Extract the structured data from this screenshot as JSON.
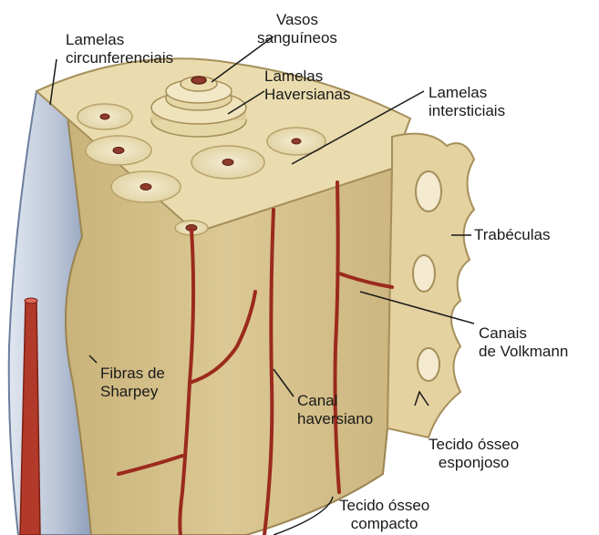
{
  "labels": [
    {
      "line1": "Lamelas",
      "line2": "circunferenciais"
    },
    {
      "line1": "Vasos",
      "line2": "sanguíneos"
    },
    {
      "line1": "Lamelas",
      "line2": "Haversianas"
    },
    {
      "line1": "Lamelas",
      "line2": "intersticiais"
    },
    {
      "line1": "Trabéculas"
    },
    {
      "line1": "Canais",
      "line2": "de Volkmann"
    },
    {
      "line1": "Fibras de",
      "line2": "Sharpey"
    },
    {
      "line1": "Canal",
      "line2": "haversiano"
    },
    {
      "line1": "Tecido ósseo",
      "line2": "esponjoso"
    },
    {
      "line1": "Tecido ósseo",
      "line2": "compacto"
    }
  ],
  "colors": {
    "bone": "#dcc894",
    "vessel": "#9b2a1d",
    "periosteum": "#b9c4d6"
  }
}
